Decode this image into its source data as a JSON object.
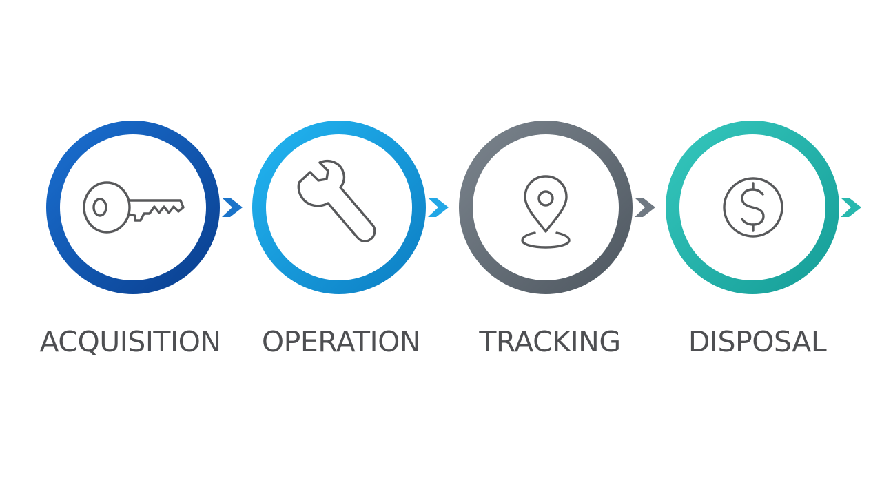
{
  "stages": [
    {
      "label": "ACQUISITION",
      "icon": "key-icon",
      "color": "#1560b8",
      "arrow_color": "#1a73c9"
    },
    {
      "label": "OPERATION",
      "icon": "wrench-icon",
      "color": "#1a9ee0",
      "arrow_color": "#22a7e6"
    },
    {
      "label": "TRACKING",
      "icon": "location-pin-icon",
      "color": "#6a737d",
      "arrow_color": "#6f7882"
    },
    {
      "label": "DISPOSAL",
      "icon": "dollar-coin-icon",
      "color": "#25b5ac",
      "arrow_color": "#28b8ae"
    }
  ]
}
